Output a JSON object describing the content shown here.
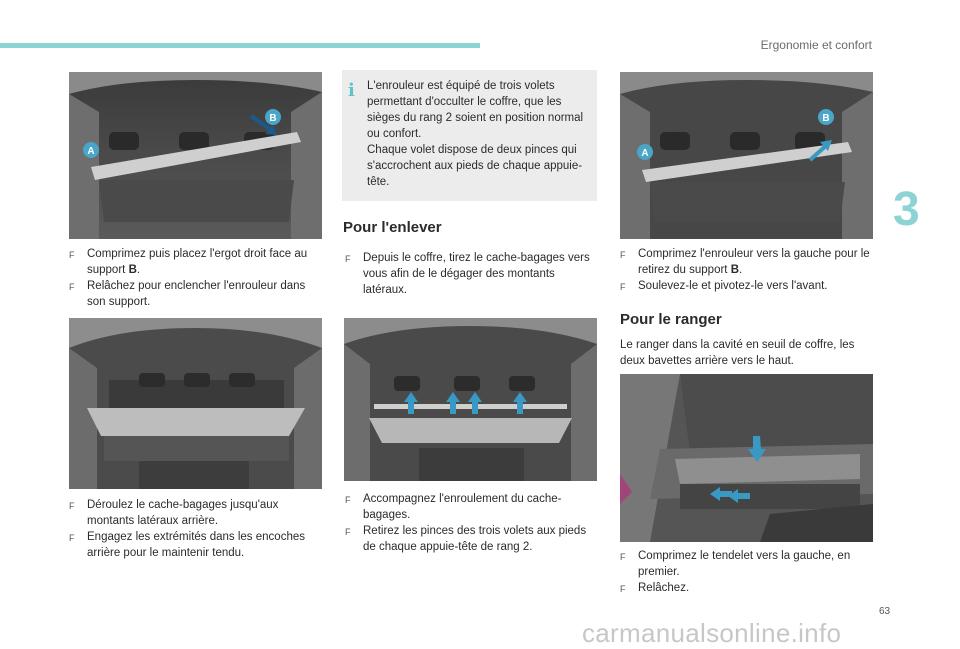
{
  "header": {
    "section_title": "Ergonomie et confort",
    "chapter_number": "3"
  },
  "footer": {
    "page_number": "63",
    "watermark": "carmanualsonline.info"
  },
  "figure1": {
    "label_a": "A",
    "label_b": "B"
  },
  "figure3": {
    "label_a": "A",
    "label_b": "B"
  },
  "col1": {
    "bullets_1": [
      {
        "pre": "Comprimez puis placez l'ergot droit face au support ",
        "bold": "B",
        "post": "."
      },
      {
        "pre": "Relâchez pour enclencher l'enrouleur dans son support.",
        "bold": "",
        "post": ""
      }
    ],
    "bullets_2": [
      "Déroulez le cache-bagages jusqu'aux montants latéraux arrière.",
      "Engagez les extrémités dans les encoches arrière pour le maintenir tendu."
    ]
  },
  "col2": {
    "info_text": "L'enrouleur est équipé de trois volets permettant d'occulter le coffre, que les sièges du rang 2 soient en position normal ou confort.\nChaque volet dispose de deux pinces qui s'accrochent aux pieds de chaque appuie-tête.",
    "heading": "Pour l'enlever",
    "bullets_1": [
      "Depuis le coffre, tirez le cache-bagages vers vous afin de le dégager des montants latéraux."
    ],
    "bullets_2": [
      "Accompagnez l'enroulement du cache-bagages.",
      "Retirez les pinces des trois volets aux pieds de chaque appuie-tête de rang 2."
    ]
  },
  "col3": {
    "bullets_1": [
      {
        "pre": "Comprimez l'enrouleur vers la gauche pour le retirez du support ",
        "bold": "B",
        "post": "."
      },
      {
        "pre": "Soulevez-le et pivotez-le vers l'avant.",
        "bold": "",
        "post": ""
      }
    ],
    "heading": "Pour le ranger",
    "paragraph": "Le ranger dans la cavité en seuil de coffre, les deux bavettes arrière vers le haut.",
    "bullets_2": [
      "Comprimez le tendelet vers la gauche, en premier.",
      "Relâchez."
    ]
  },
  "bullet_symbol": "F"
}
